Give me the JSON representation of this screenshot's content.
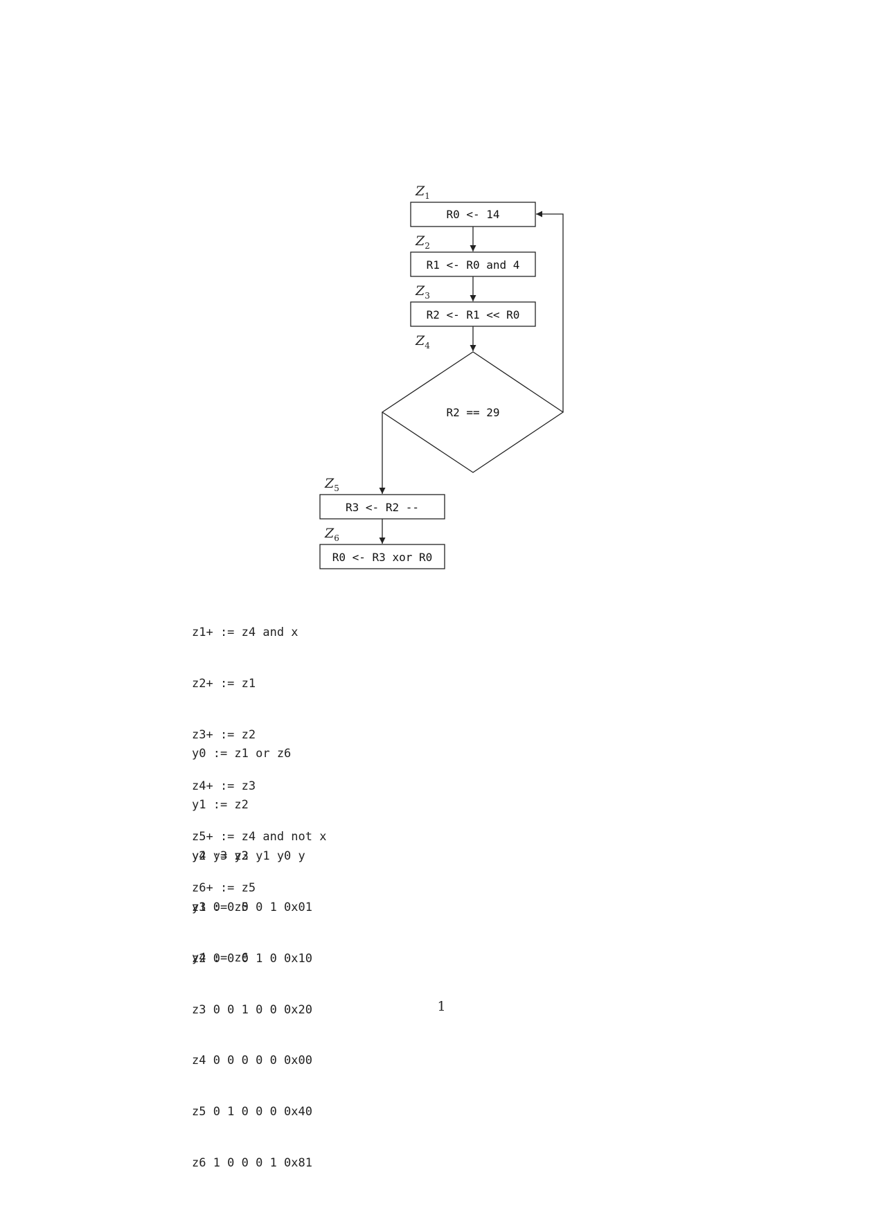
{
  "flowchart": {
    "states": [
      {
        "letter": "Z",
        "index": "1",
        "text": "R0 <- 14"
      },
      {
        "letter": "Z",
        "index": "2",
        "text": "R1 <- R0 and 4"
      },
      {
        "letter": "Z",
        "index": "3",
        "text": "R2 <- R1 << R0"
      },
      {
        "letter": "Z",
        "index": "4",
        "text": "R2 == 29"
      },
      {
        "letter": "Z",
        "index": "5",
        "text": "R3 <- R2 --"
      },
      {
        "letter": "Z",
        "index": "6",
        "text": "R0 <- R3 xor R0"
      }
    ]
  },
  "transition_equations": [
    "z1+ := z4 and x",
    "z2+ := z1",
    "z3+ := z2",
    "z4+ := z3",
    "z5+ := z4 and not x",
    "z6+ := z5"
  ],
  "output_equations": [
    "y0 := z1 or z6",
    "y1 := z2",
    "y2 := z3",
    "y3 := z5",
    "y4 := z6"
  ],
  "output_table": {
    "header": "y4 y3 y2 y1 y0 y",
    "rows": [
      "z1 0 0 0 0 1 0x01",
      "z2 0 0 0 1 0 0x10",
      "z3 0 0 1 0 0 0x20",
      "z4 0 0 0 0 0 0x00",
      "z5 0 1 0 0 0 0x40",
      "z6 1 0 0 0 1 0x81"
    ]
  },
  "page_number": "1"
}
